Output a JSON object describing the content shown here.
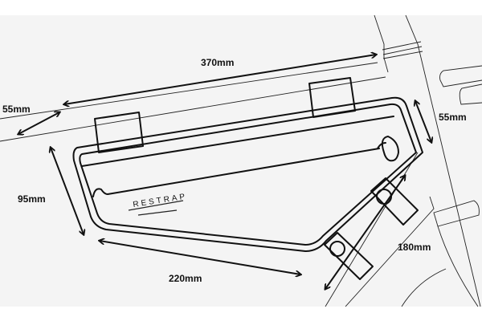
{
  "brand": "RESTRAP",
  "dimensions": {
    "top_length": "370mm",
    "top_width_left": "55mm",
    "height_left": "95mm",
    "bottom_length": "220mm",
    "top_width_right": "55mm",
    "down_tube_length": "180mm"
  },
  "colors": {
    "background": "#f4f4f4",
    "line": "#111111"
  }
}
